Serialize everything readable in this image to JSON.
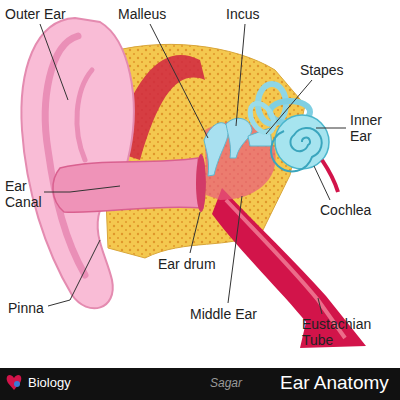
{
  "diagram": {
    "title": "Ear Anatomy",
    "labels": [
      "Outer Ear",
      "Malleus",
      "Incus",
      "Stapes",
      "Inner Ear",
      "Ear Canal",
      "Cochlea",
      "Ear drum",
      "Pinna",
      "Middle Ear",
      "Eustachian Tube",
      "Biology",
      "Sagar"
    ]
  }
}
